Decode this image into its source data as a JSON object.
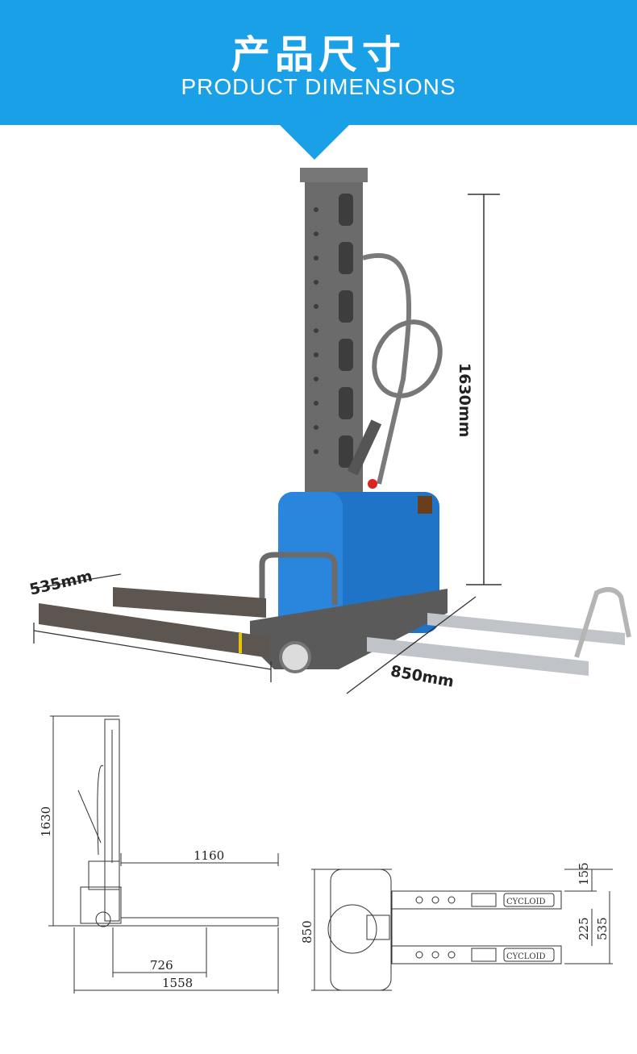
{
  "header": {
    "title_cn": "产品尺寸",
    "title_en": "PRODUCT DIMENSIONS"
  },
  "photo_dimensions": {
    "height": "1630mm",
    "fork_width": "535mm",
    "wheelbase_width": "850mm"
  },
  "drawing": {
    "side_height": "1630",
    "fork_length": "1160",
    "inner_length": "726",
    "total_length": "1558",
    "top_width": "850",
    "fork_outer": "155",
    "fork_gap": "225",
    "overall_width": "535",
    "brand_text": "CYCLOID"
  },
  "colors": {
    "banner": "#1aa0e6",
    "body_blue": "#1f74c8",
    "frame_gray": "#6b6b6b"
  }
}
